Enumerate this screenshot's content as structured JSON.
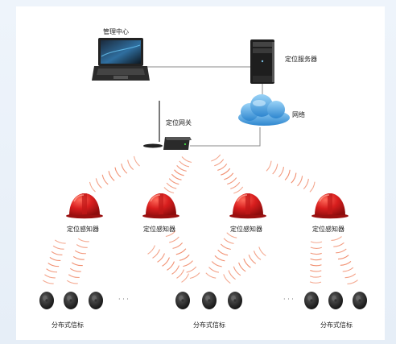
{
  "labels": {
    "management_center": "管理中心",
    "positioning_server": "定位服务器",
    "network": "网络",
    "positioning_gateway": "定位网关",
    "sensor": "定位感知器",
    "beacon": "分布式信标",
    "ellipsis": "· · ·"
  },
  "colors": {
    "background": "#e6eef7",
    "panel": "#ffffff",
    "signal_wave": "#f08a6a",
    "helmet": "#d42020",
    "cloud": "#3f9fe0",
    "connector_line": "#8a8a8a",
    "device_dark": "#2a2a2a"
  },
  "icons": {
    "laptop": "laptop-icon",
    "server": "server-tower-icon",
    "cloud": "cloud-icon",
    "gateway": "gateway-router-icon",
    "helmet": "safety-helmet-icon",
    "beacon": "beacon-puck-icon"
  }
}
